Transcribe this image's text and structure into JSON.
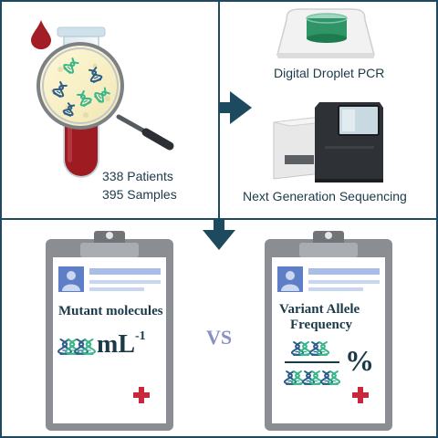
{
  "panels": {
    "samples": {
      "patients": "338 Patients",
      "samples": "395 Samples"
    },
    "methods": {
      "ddpcr": "Digital Droplet PCR",
      "ngs": "Next Generation Sequencing"
    },
    "left_clipboard": {
      "title": "Mutant molecules",
      "unit": "mL",
      "exponent": "-1"
    },
    "versus": "VS",
    "right_clipboard": {
      "title_line1": "Variant Allele",
      "title_line2": "Frequency",
      "unit": "%"
    }
  },
  "colors": {
    "frame": "#1e4a5f",
    "blood": "#9e1b22",
    "dna_green": "#3bb58c",
    "dna_blue": "#2d5f8a",
    "clipboard_board": "#8a8d91",
    "vs": "#8a8fc4",
    "cross": "#c8283a"
  }
}
